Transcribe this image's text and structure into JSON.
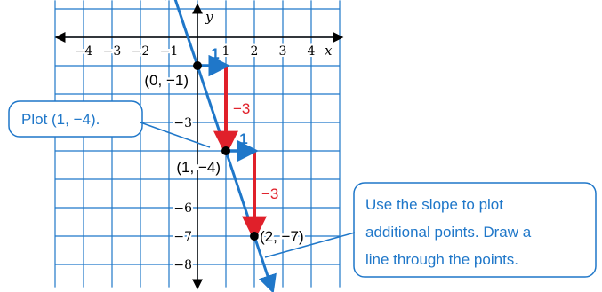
{
  "graph": {
    "x_axis_label": "x",
    "y_axis_label": "y",
    "x_ticks": [
      {
        "value": -4,
        "label": "−4"
      },
      {
        "value": -3,
        "label": "−3"
      },
      {
        "value": -2,
        "label": "−2"
      },
      {
        "value": -1,
        "label": "−1"
      },
      {
        "value": 1,
        "label": "1"
      },
      {
        "value": 2,
        "label": "2"
      },
      {
        "value": 3,
        "label": "3"
      },
      {
        "value": 4,
        "label": "4"
      }
    ],
    "y_ticks": [
      {
        "value": -3,
        "label": "−3"
      },
      {
        "value": -6,
        "label": "−6"
      },
      {
        "value": -7,
        "label": "−7"
      },
      {
        "value": -8,
        "label": "−8"
      }
    ],
    "line": {
      "slope": -3,
      "intercept": -1
    },
    "points": [
      {
        "x": 0,
        "y": -1,
        "label": "(0, −1)"
      },
      {
        "x": 1,
        "y": -4,
        "label": "(1, −4)"
      },
      {
        "x": 2,
        "y": -7,
        "label": "(2, −7)"
      }
    ],
    "run_steps": [
      {
        "from_x": 0,
        "from_y": -1,
        "dx": 1,
        "label": "1"
      },
      {
        "from_x": 1,
        "from_y": -4,
        "dx": 1,
        "label": "1"
      }
    ],
    "rise_steps": [
      {
        "from_x": 1,
        "from_y": -1,
        "dy": -3,
        "label": "−3"
      },
      {
        "from_x": 2,
        "from_y": -4,
        "dy": -3,
        "label": "−3"
      }
    ]
  },
  "callouts": {
    "plot_point": "Plot (1, −4).",
    "slope_note": [
      "Use the slope to plot",
      "additional points. Draw a",
      "line through the points."
    ]
  },
  "colors": {
    "grid": "#1f77c9",
    "line": "#1f77c9",
    "rise_arrow": "#e0202a",
    "run_arrow": "#1f77c9",
    "callout_border": "#1f77c9",
    "point": "#000000"
  }
}
